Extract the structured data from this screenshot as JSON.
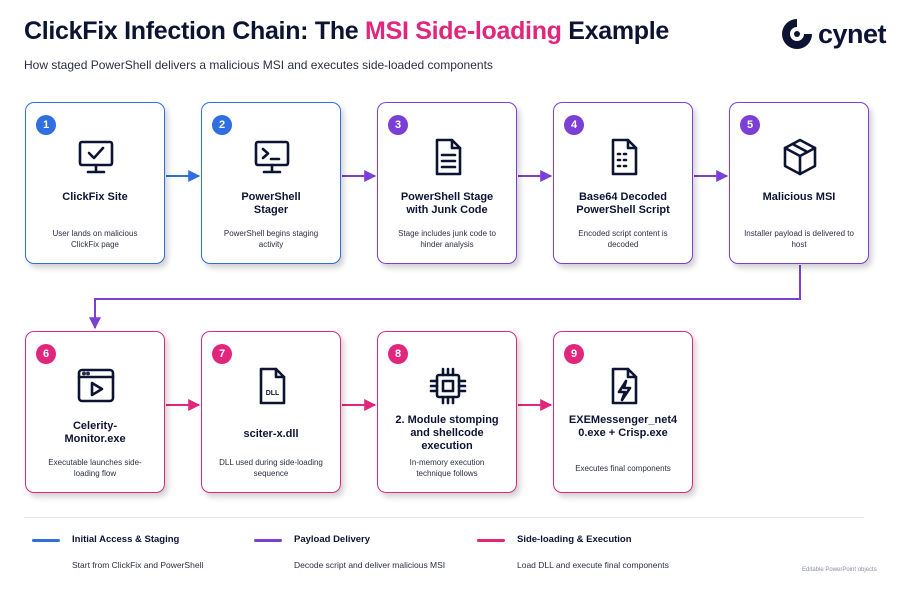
{
  "header": {
    "title_prefix": "ClickFix Infection Chain: The ",
    "title_highlight": "MSI Side-loading",
    "title_suffix": " Example",
    "subtitle": "How staged PowerShell delivers a malicious MSI and executes side-loaded components",
    "logo_text": "cynet"
  },
  "colors": {
    "blue": "#2f6fe0",
    "purple": "#7b3fd6",
    "magenta": "#e0267d",
    "navy": "#0d1433"
  },
  "steps": [
    {
      "number": "1",
      "title": "ClickFix Site",
      "description": "User lands on malicious ClickFix page",
      "icon": "monitor-check-icon",
      "phase": "initial-access"
    },
    {
      "number": "2",
      "title": "PowerShell Stager",
      "description": "PowerShell begins staging activity",
      "icon": "terminal-icon",
      "phase": "initial-access"
    },
    {
      "number": "3",
      "title": "PowerShell Stage with Junk Code",
      "description": "Stage includes junk code to hinder analysis",
      "icon": "document-icon",
      "phase": "payload-delivery"
    },
    {
      "number": "4",
      "title": "Base64 Decoded PowerShell Script",
      "description": "Encoded script content is decoded",
      "icon": "script-file-icon",
      "phase": "payload-delivery"
    },
    {
      "number": "5",
      "title": "Malicious MSI",
      "description": "Installer payload is delivered to host",
      "icon": "package-box-icon",
      "phase": "payload-delivery"
    },
    {
      "number": "6",
      "title": "Celerity-Monitor.exe",
      "description": "Executable launches side-loading flow",
      "icon": "app-window-play-icon",
      "phase": "side-loading"
    },
    {
      "number": "7",
      "title": "sciter-x.dll",
      "description": "DLL used during side-loading sequence",
      "icon": "dll-file-icon",
      "phase": "side-loading"
    },
    {
      "number": "8",
      "title": "2. Module stomping and shellcode execution",
      "description": "In-memory execution technique follows",
      "icon": "cpu-chip-icon",
      "phase": "side-loading"
    },
    {
      "number": "9",
      "title": "EXEMessenger_net40.exe + Crisp.exe",
      "description": "Executes final components",
      "icon": "file-bolt-icon",
      "phase": "side-loading"
    }
  ],
  "legend": [
    {
      "label": "Initial Access & Staging",
      "description": "Start from ClickFix and PowerShell",
      "color": "#2f6fe0"
    },
    {
      "label": "Payload Delivery",
      "description": "Decode script and deliver malicious MSI",
      "color": "#7b3fd6"
    },
    {
      "label": "Side-loading & Execution",
      "description": "Load DLL and execute final components",
      "color": "#e0267d"
    }
  ],
  "footnote": "Editable PowerPoint objects"
}
